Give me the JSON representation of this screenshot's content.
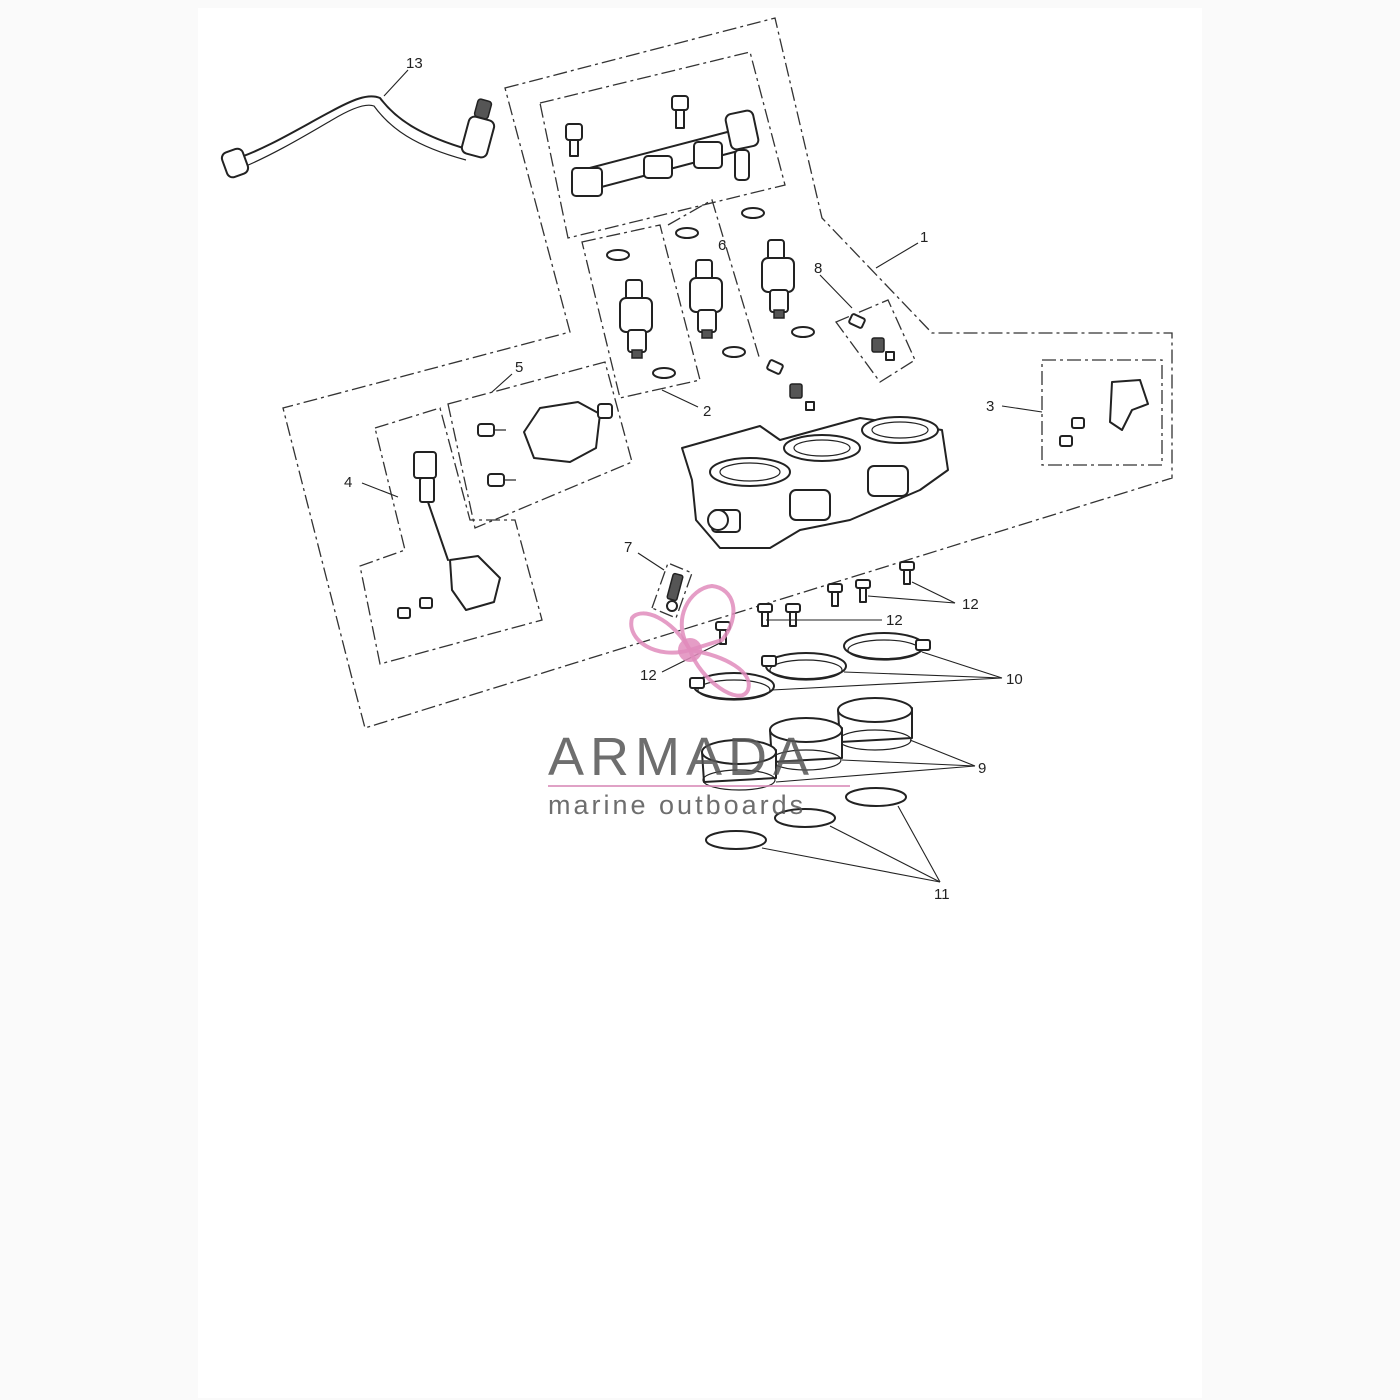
{
  "diagram": {
    "callouts": {
      "c1": "1",
      "c2": "2",
      "c3": "3",
      "c4": "4",
      "c5": "5",
      "c6": "6",
      "c7": "7",
      "c8": "8",
      "c9": "9",
      "c10": "10",
      "c11": "11",
      "c12a": "12",
      "c12b": "12",
      "c12c": "12",
      "c13": "13"
    }
  },
  "watermark": {
    "title": "ARMADA",
    "subtitle": "marine outboards",
    "logo_icon": "propeller-icon",
    "accent_color": "#e08cbc"
  }
}
